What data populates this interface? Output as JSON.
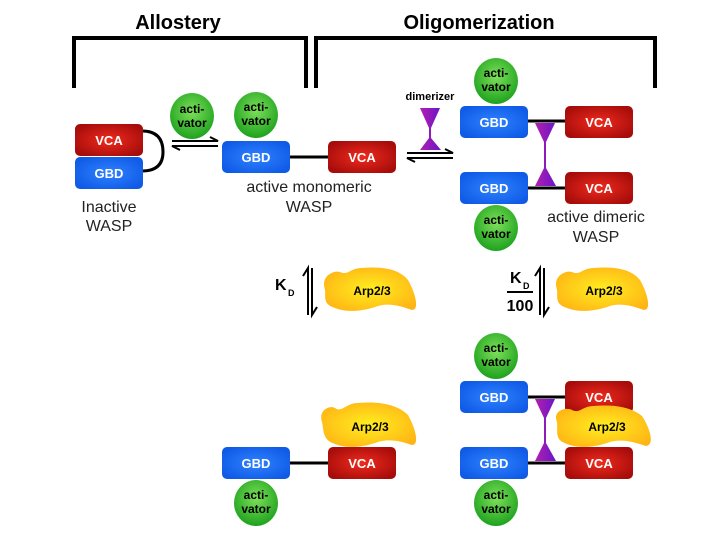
{
  "sections": {
    "allostery": "Allostery",
    "oligomerization": "Oligomerization"
  },
  "domains": {
    "vca": "VCA",
    "gbd": "GBD",
    "activator_line1": "acti-",
    "activator_line2": "vator",
    "arp": "Arp2/3",
    "dimerizer": "dimerizer"
  },
  "states": {
    "inactive_line1": "Inactive",
    "inactive_line2": "WASP",
    "monomeric_line1": "active monomeric",
    "monomeric_line2": "WASP",
    "dimeric_line1": "active dimeric",
    "dimeric_line2": "WASP"
  },
  "binding": {
    "kd_main": "K",
    "kd_sub": "D",
    "kd_divisor": "100"
  },
  "colors": {
    "vca": "#c0120f",
    "gbd": "#1466f0",
    "activator": "#2fb82a",
    "arp": "#ffc81a",
    "dimerizer": "#9a18b8"
  }
}
